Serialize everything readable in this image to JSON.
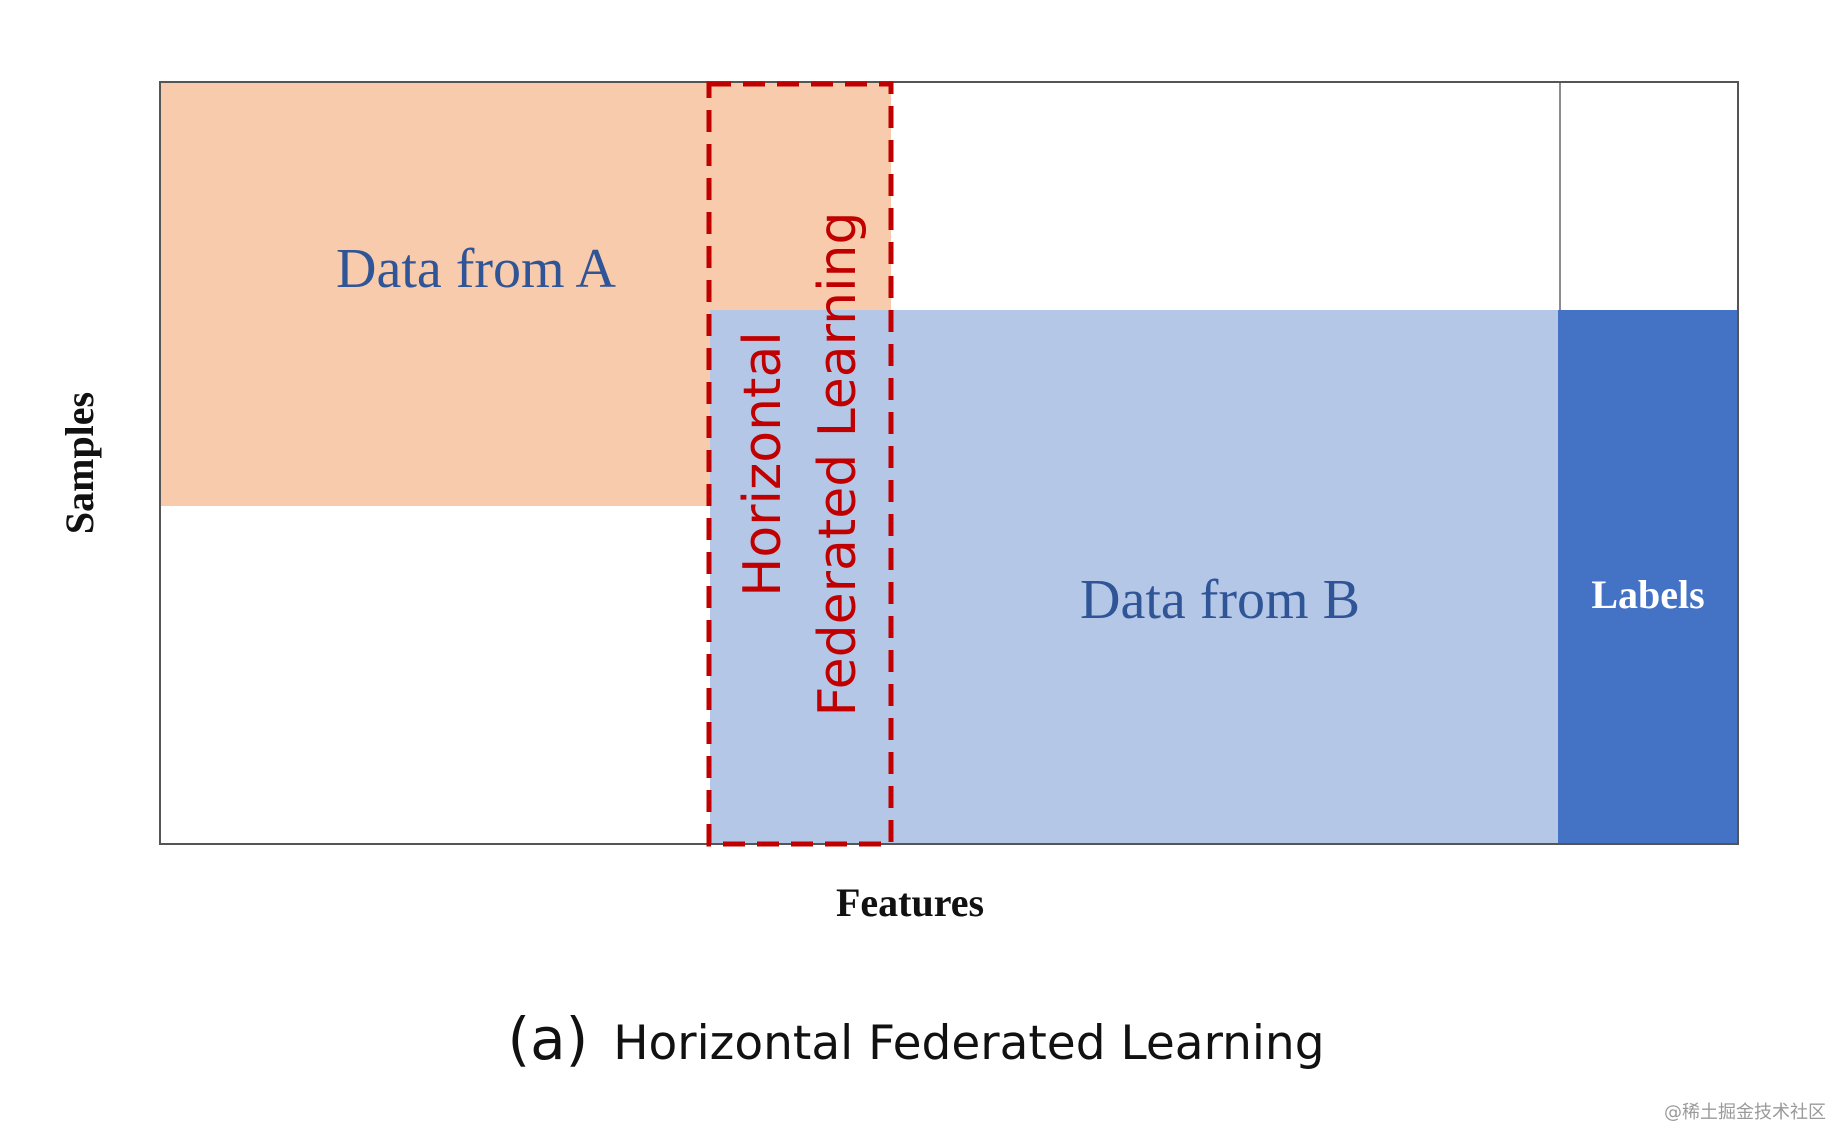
{
  "diagram": {
    "data_a_label": "Data from A",
    "data_b_label": "Data from B",
    "labels_label": "Labels",
    "overlap_label_line1": "Horizontal",
    "overlap_label_line2": "Federated Learning",
    "y_axis_label": "Samples",
    "x_axis_label": "Features"
  },
  "caption": {
    "tag": "(a)",
    "text": "Horizontal Federated Learning"
  },
  "watermark": "@稀土掘金技术社区",
  "colors": {
    "data_a": "#f8cbad",
    "data_b": "#b4c7e7",
    "labels": "#4472c4",
    "overlap_border": "#c00000",
    "label_text": "#2f5597"
  }
}
